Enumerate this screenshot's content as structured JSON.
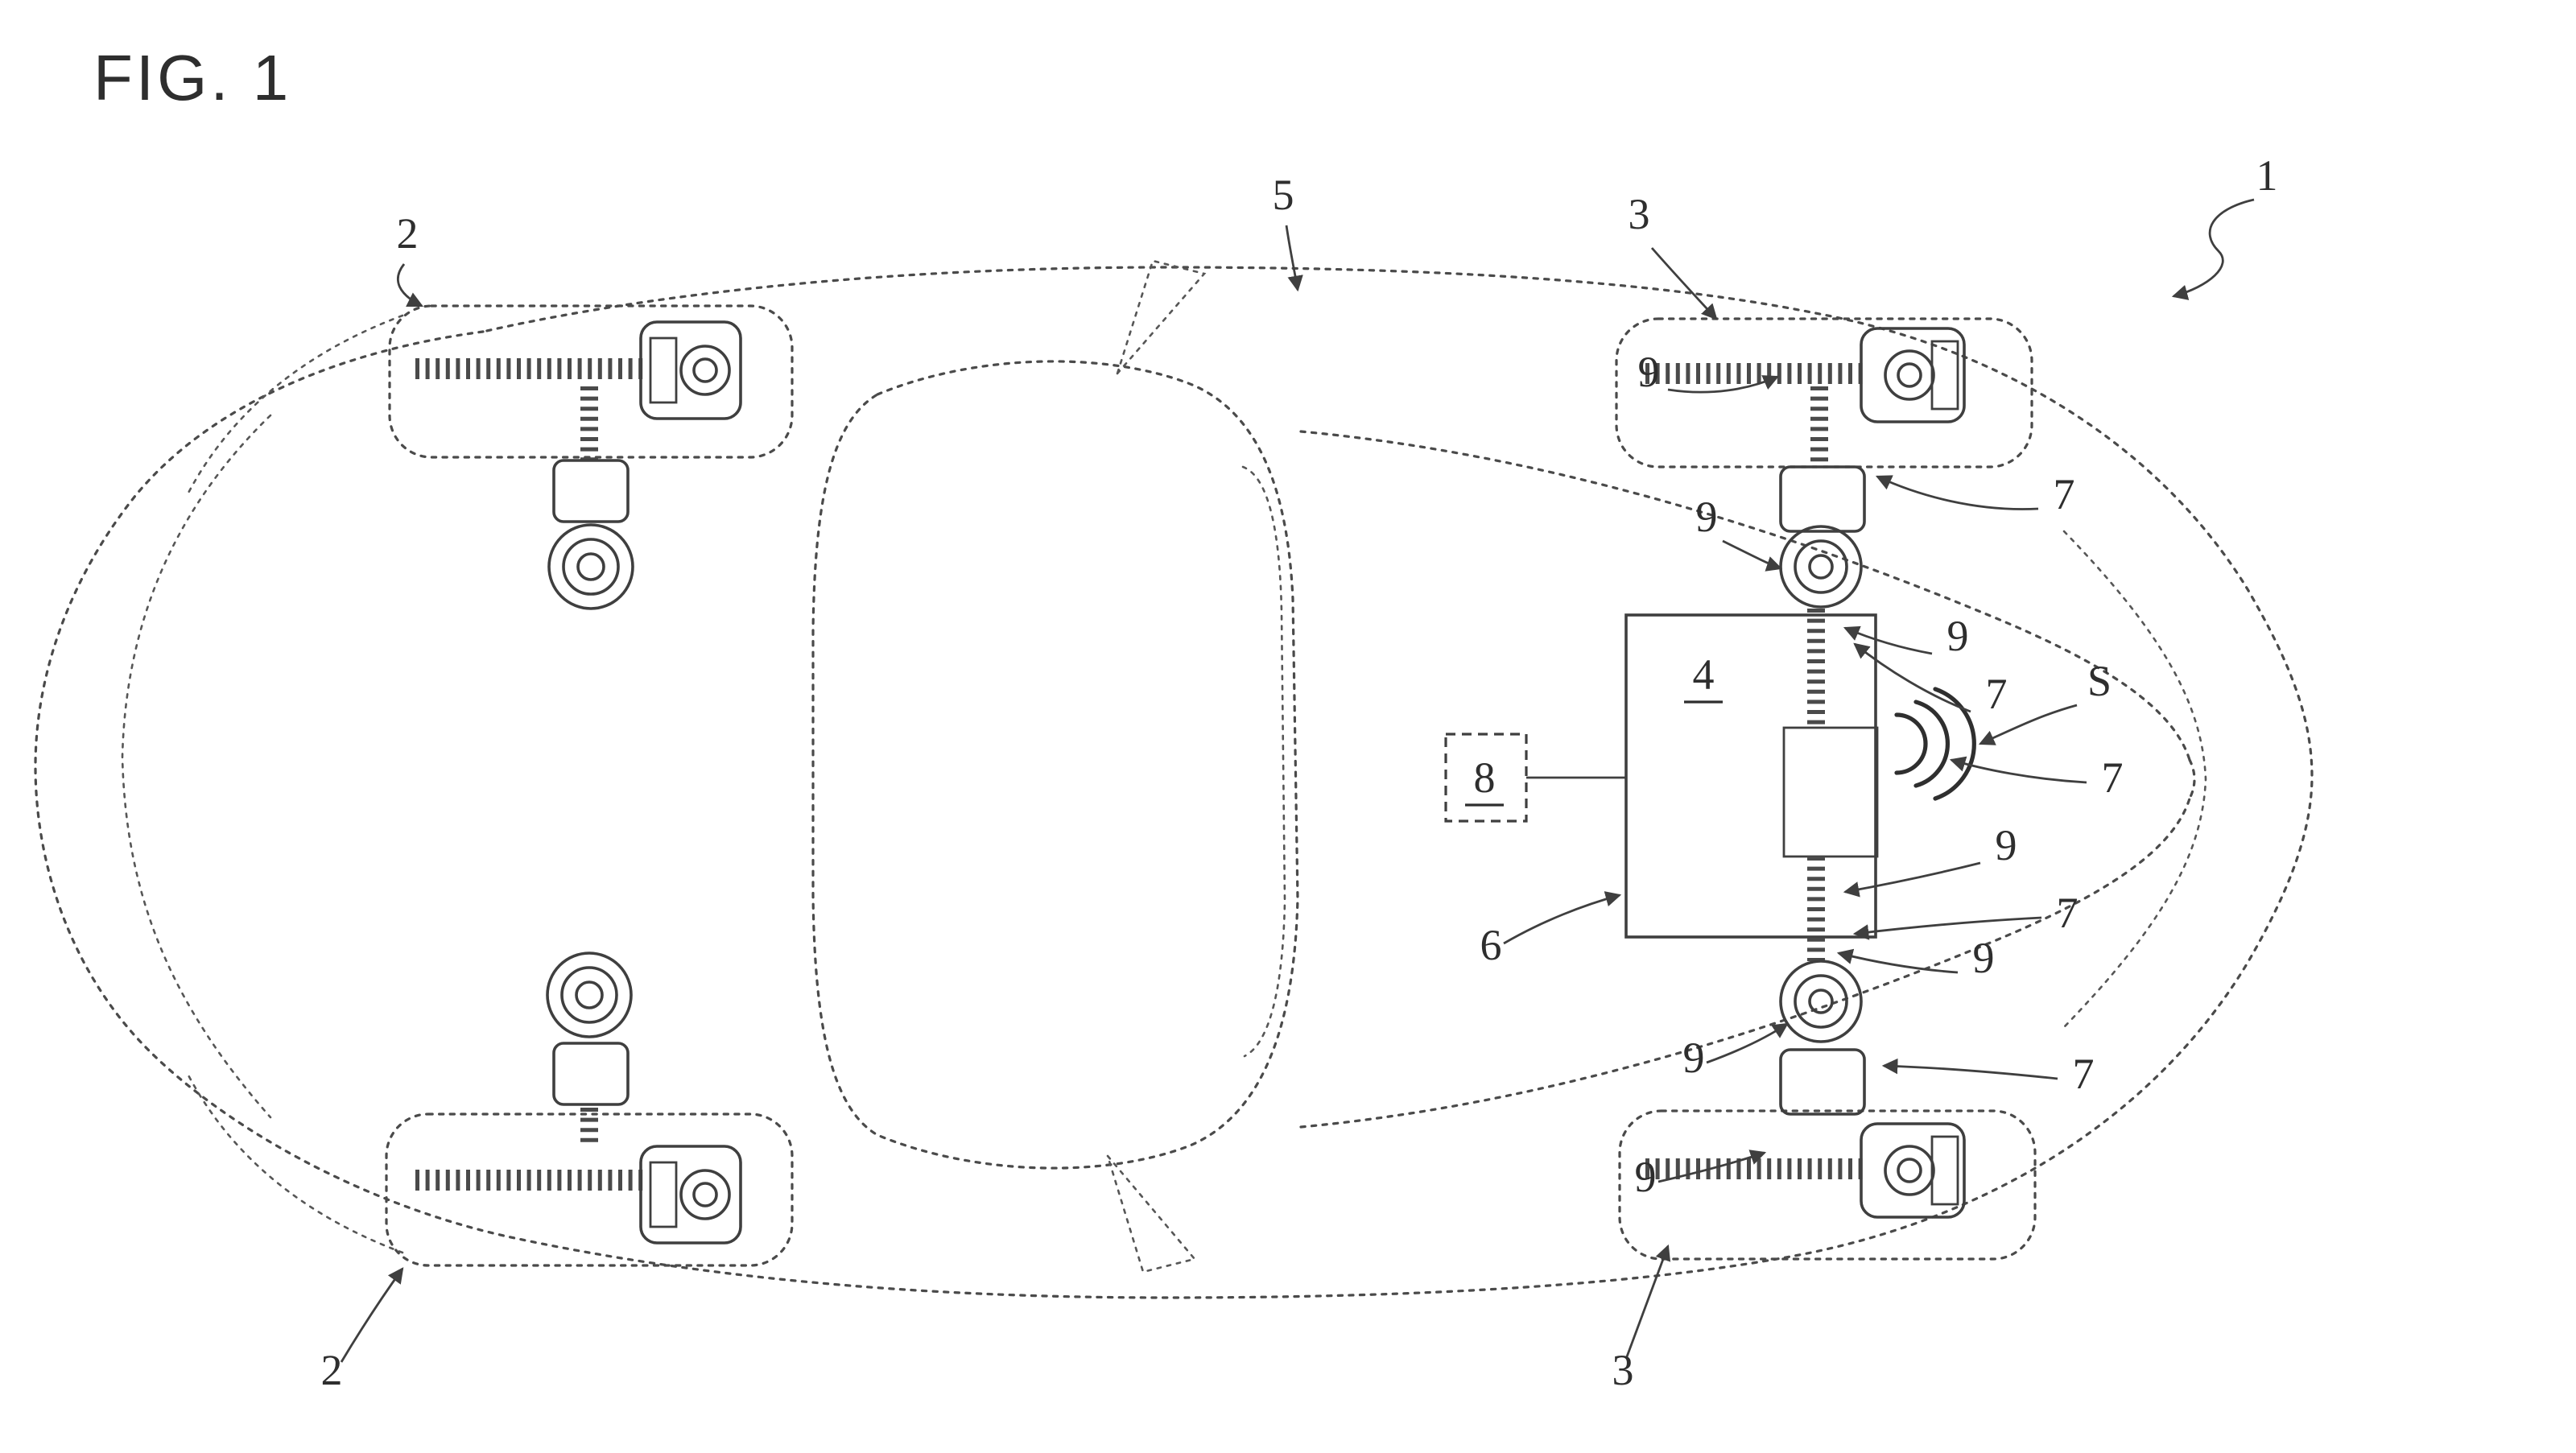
{
  "figure": {
    "title": "FIG. 1",
    "type": "patent-line-drawing",
    "background": "#ffffff",
    "line_color": "#3f3f3f",
    "label_color": "#2e2e2e"
  },
  "icons": {
    "sound_waves": "sound-waves-icon"
  },
  "refs": {
    "r1": "1",
    "r2a": "2",
    "r2b": "2",
    "r3a": "3",
    "r3b": "3",
    "r4": "4",
    "r5": "5",
    "r6": "6",
    "r7a": "7",
    "r7b": "7",
    "r7c": "7",
    "r7d": "7",
    "r7e": "7",
    "r8": "8",
    "r9a": "9",
    "r9b": "9",
    "r9c": "9",
    "r9d": "9",
    "r9e": "9",
    "r9f": "9",
    "r9g": "9",
    "rS": "S"
  }
}
